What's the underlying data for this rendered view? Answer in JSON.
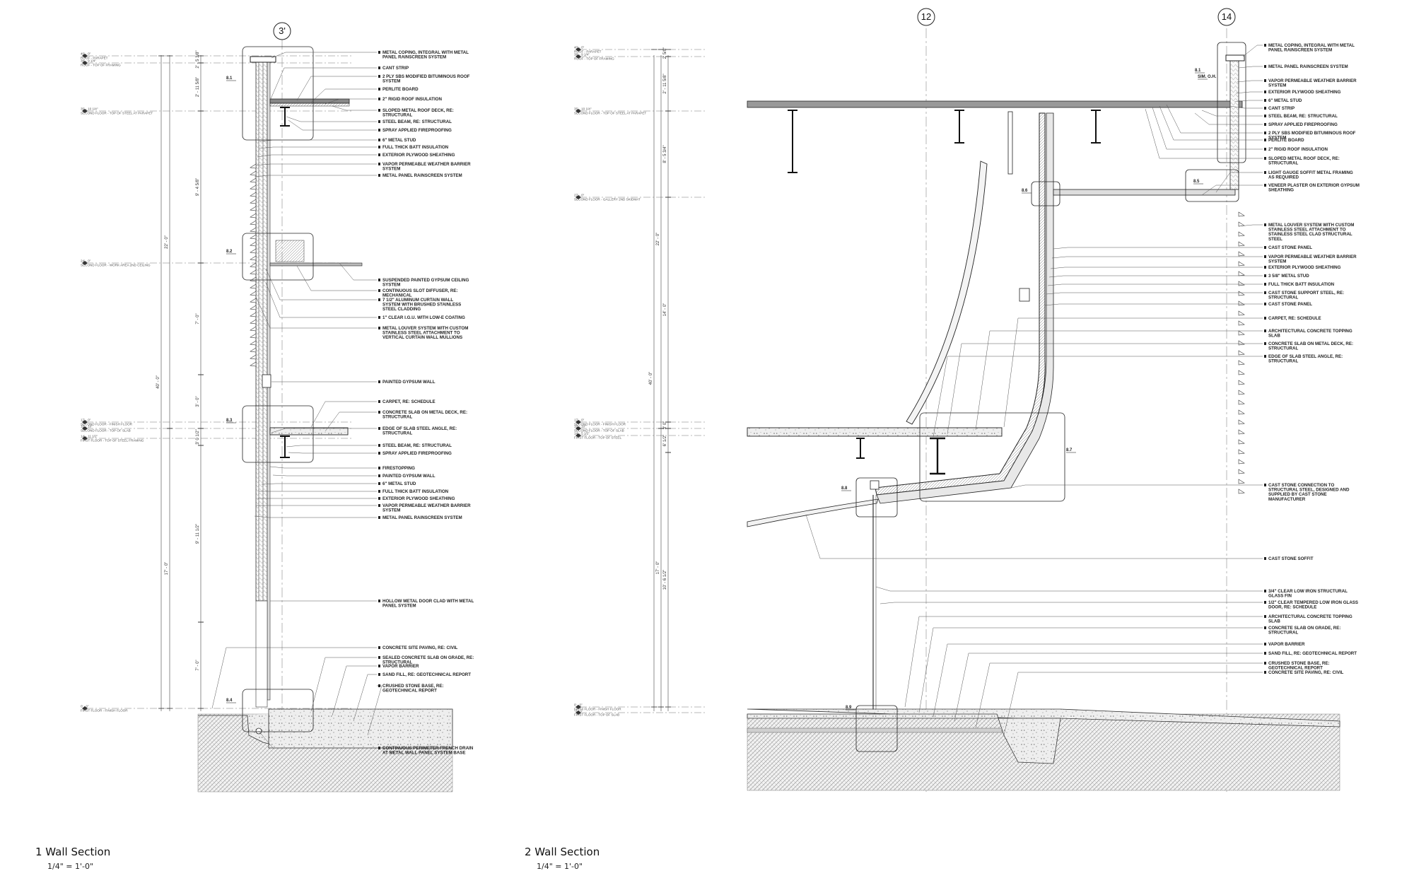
{
  "drawings": [
    {
      "title": "1 Wall Section",
      "scale": "1/4\" = 1'-0\"",
      "grid_bubble": "3'",
      "levels": [
        {
          "label": "ROOF - PARAPET",
          "elev": "40' - 0\""
        },
        {
          "label": "ROOF - TOP OF FRAMING",
          "elev": "38' - 9 1/4\""
        },
        {
          "label": "SECOND FLOOR - TOP OF STEEL AT PARAPET",
          "elev": "35' - 10 1/4\""
        },
        {
          "label": "SECOND FLOOR - WORK AREA 2ND CEILING",
          "elev": "24' - 0\""
        },
        {
          "label": "SECOND FLOOR - FINISH FLOOR",
          "elev": "17' - 0\""
        },
        {
          "label": "SECOND FLOOR - TOP OF SLAB",
          "elev": "16' - 10\""
        },
        {
          "label": "FIRST FLOOR - TOP OF STEEL FRAMING",
          "elev": "14' - 11 1/2\""
        },
        {
          "label": "FIRST FLOOR - FINISH FLOOR",
          "elev": "0' - 0\""
        }
      ],
      "dimensions": [
        "2' - 5 3/8\"",
        "2' - 11 5/8\"",
        "9' - 4 5/8\"",
        "7' - 0\"",
        "3' - 0\"",
        "3' 0 1/2\"",
        "9' - 11 1/2\"",
        "7' - 0\"",
        "22' - 0\"",
        "17' - 0\"",
        "40' - 0\""
      ],
      "detail_tags": [
        "8.1",
        "8.2",
        "8.3",
        "8.4"
      ],
      "notes": [
        "METAL COPING, INTEGRAL WITH METAL PANEL RAINSCREEN SYSTEM",
        "CANT STRIP",
        "2 PLY SBS MODIFIED BITUMINOUS ROOF SYSTEM",
        "PERLITE BOARD",
        "2\" RIGID ROOF INSULATION",
        "SLOPED METAL ROOF DECK, RE: STRUCTURAL",
        "STEEL BEAM, RE: STRUCTURAL",
        "SPRAY APPLIED FIREPROOFING",
        "6\" METAL STUD",
        "FULL THICK BATT INSULATION",
        "EXTERIOR PLYWOOD SHEATHING",
        "VAPOR PERMEABLE WEATHER BARRIER SYSTEM",
        "METAL PANEL RAINSCREEN SYSTEM",
        "SUSPENDED PAINTED GYPSUM CEILING SYSTEM",
        "CONTINUOUS SLOT DIFFUSER, RE: MECHANICAL",
        "7 1/2\" ALUMINUM CURTAIN WALL SYSTEM WITH BRUSHED STAINLESS STEEL CLADDING",
        "1\" CLEAR I.G.U. WITH LOW-E COATING",
        "METAL LOUVER SYSTEM WITH CUSTOM STAINLESS STEEL ATTACHMENT TO VERTICAL CURTAIN WALL MULLIONS",
        "PAINTED GYPSUM WALL",
        "CARPET, RE: SCHEDULE",
        "CONCRETE SLAB ON METAL DECK, RE: STRUCTURAL",
        "EDGE OF SLAB STEEL ANGLE, RE: STRUCTURAL",
        "STEEL BEAM, RE: STRUCTURAL",
        "SPRAY APPLIED FIREPROOFING",
        "FIRESTOPPING",
        "PAINTED GYPSUM WALL",
        "6\" METAL STUD",
        "FULL THICK BATT INSULATION",
        "EXTERIOR PLYWOOD SHEATHING",
        "VAPOR PERMEABLE WEATHER BARRIER SYSTEM",
        "METAL PANEL RAINSCREEN SYSTEM",
        "HOLLOW METAL DOOR CLAD WITH METAL PANEL SYSTEM",
        "CONCRETE SITE PAVING, RE: CIVIL",
        "SEALED CONCRETE SLAB ON GRADE, RE: STRUCTURAL",
        "VAPOR BARRIER",
        "SAND FILL, RE: GEOTECHNICAL REPORT",
        "CRUSHED STONE BASE, RE: GEOTECHNICAL REPORT",
        "CONTINUOUS PERIMETER FRENCH DRAIN AT METAL WALL PANEL SYSTEM BASE"
      ]
    },
    {
      "title": "2 Wall Section",
      "scale": "1/4\" = 1'-0\"",
      "grid_bubbles": [
        "12",
        "14"
      ],
      "levels": [
        {
          "label": "ROOF - PARAPET",
          "elev": "40' - 0\""
        },
        {
          "label": "ROOF - TOP OF FRAMING",
          "elev": "38' - 9 1/4\""
        },
        {
          "label": "SECOND FLOOR - TOP OF STEEL AT PARAPET",
          "elev": "35' - 10 1/4\""
        },
        {
          "label": "SECOND FLOOR - GALLERY 2ND SKIDMAT",
          "elev": "27' - 0\""
        },
        {
          "label": "SECOND FLOOR - FINISH FLOOR",
          "elev": "17' - 0\""
        },
        {
          "label": "SECOND FLOOR - TOP OF SLAB",
          "elev": "16' - 10\""
        },
        {
          "label": "FIRST FLOOR - TOP OF STEEL",
          "elev": "14' - 5 1/2\""
        },
        {
          "label": "FIRST FLOOR - FINISH FLOOR",
          "elev": "0' - 0\""
        },
        {
          "label": "FIRST FLOOR - TOP OF SLAB",
          "elev": "-0' - 2\""
        }
      ],
      "dimensions": [
        "2' 5/8\"",
        "2' - 11 5/8\"",
        "8' - 5 3/4\"",
        "14' - 0\"",
        "3' 0\"",
        "6' 1/2\"",
        "10' - 6 1/2\"",
        "22' - 0\"",
        "17' - 0\"",
        "40' - 0\""
      ],
      "detail_tags": [
        "8.1",
        "SIM. O.H.",
        "8.5",
        "8.6",
        "8.7",
        "8.8",
        "8.9"
      ],
      "notes": [
        "METAL COPING, INTEGRAL WITH METAL PANEL RAINSCREEN SYSTEM",
        "METAL PANEL RAINSCREEN SYSTEM",
        "VAPOR PERMEABLE WEATHER BARRIER SYSTEM",
        "EXTERIOR PLYWOOD SHEATHING",
        "6\" METAL STUD",
        "CANT STRIP",
        "STEEL BEAM, RE: STRUCTURAL",
        "SPRAY APPLIED FIREPROOFING",
        "2 PLY SBS MODIFIED BITUMINOUS ROOF SYSTEM",
        "PERLITE BOARD",
        "2\" RIGID ROOF INSULATION",
        "SLOPED METAL ROOF DECK, RE: STRUCTURAL",
        "LIGHT GAUGE SOFFIT METAL FRAMING AS REQUIRED",
        "VENEER PLASTER ON EXTERIOR GYPSUM SHEATHING",
        "METAL LOUVER SYSTEM WITH CUSTOM STAINLESS STEEL ATTACHMENT TO STAINLESS STEEL CLAD STRUCTURAL STEEL",
        "CAST STONE PANEL",
        "VAPOR PERMEABLE WEATHER BARRIER SYSTEM",
        "EXTERIOR PLYWOOD SHEATHING",
        "3 5/8\" METAL STUD",
        "FULL THICK BATT INSULATION",
        "CAST STONE SUPPORT STEEL, RE: STRUCTURAL",
        "CAST STONE PANEL",
        "CARPET, RE: SCHEDULE",
        "ARCHITECTURAL CONCRETE TOPPING SLAB",
        "CONCRETE SLAB ON METAL DECK, RE: STRUCTURAL",
        "EDGE OF SLAB STEEL ANGLE, RE: STRUCTURAL",
        "CAST STONE CONNECTION TO STRUCTURAL STEEL, DESIGNED AND SUPPLIED BY CAST STONE MANUFACTURER",
        "CAST STONE SOFFIT",
        "3/4\" CLEAR LOW IRON STRUCTURAL GLASS FIN",
        "1/2\" CLEAR TEMPERED LOW IRON GLASS DOOR, RE: SCHEDULE",
        "ARCHITECTURAL CONCRETE TOPPING SLAB",
        "CONCRETE SLAB ON GRADE, RE: STRUCTURAL",
        "VAPOR BARRIER",
        "SAND FILL, RE: GEOTECHNICAL REPORT",
        "CRUSHED STONE BASE, RE: GEOTECHNICAL REPORT",
        "CONCRETE SITE PAVING, RE: CIVIL"
      ]
    }
  ]
}
